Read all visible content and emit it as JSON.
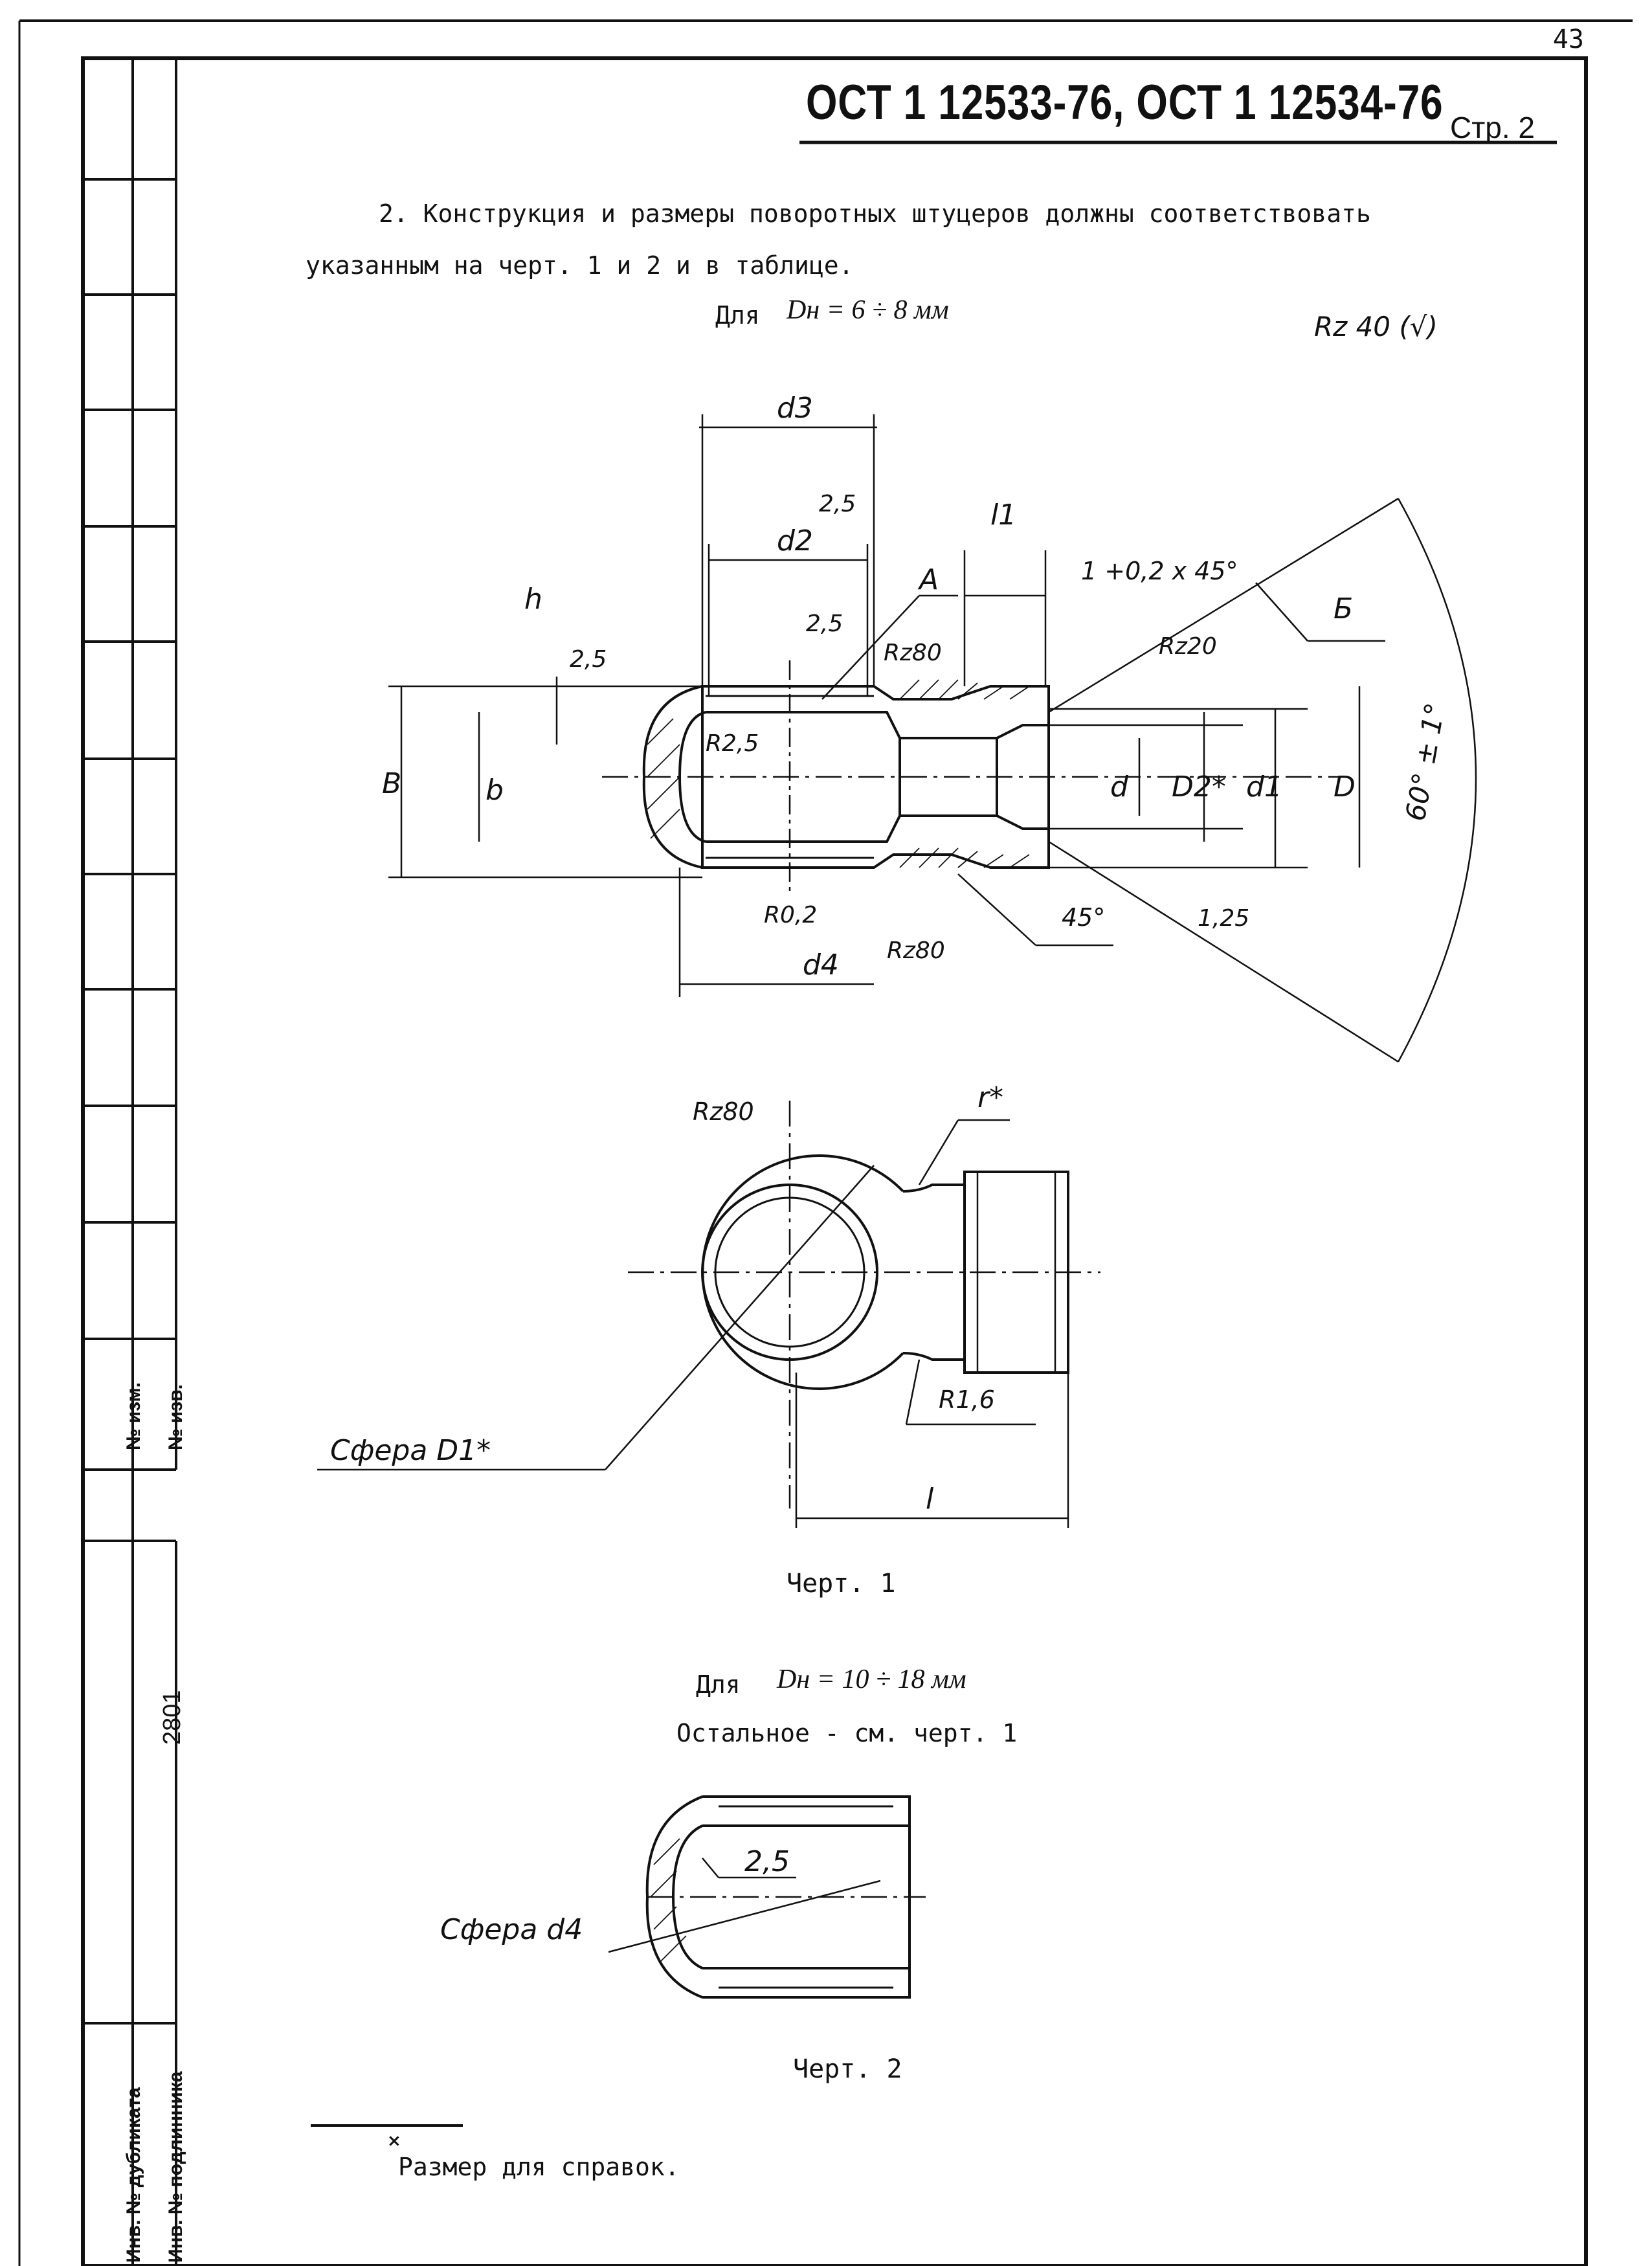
{
  "page_number": "43",
  "header": {
    "standard": "ОСТ 1 12533-76, ОСТ 1 12534-76",
    "page_label": "Стр. 2"
  },
  "body": {
    "para_line1": "2. Конструкция и размеры поворотных штуцеров должны соответствовать",
    "para_line2": "указанным на черт. 1 и 2 и в таблице.",
    "for1_prefix": "Для",
    "for1_dn": "Dн = 6 ÷ 8 мм",
    "roughness_general": "Rz 40 (√)",
    "caption1": "Черт. 1",
    "for2_prefix": "Для",
    "for2_dn": "Dн = 10 ÷ 18 мм",
    "rest_note": "Остальное - см. черт. 1",
    "caption2": "Черт. 2",
    "footnote": "Размер для справок."
  },
  "drawing1": {
    "labels": {
      "d3": "d3",
      "d2": "d2",
      "l1": "l1",
      "chamfer": "1 +0,2 x 45°",
      "A": "А",
      "B_cyr": "Б",
      "h": "h",
      "b": "b",
      "B": "B",
      "r25_top": "2,5",
      "r25_d3": "2,5",
      "r25_d2": "2,5",
      "rz80_top": "Rz80",
      "rz20": "Rz20",
      "R25": "R2,5",
      "R02": "R0,2",
      "rz80_bottom": "Rz80",
      "d4": "d4",
      "deg45": "45°",
      "r125": "1,25",
      "d": "d",
      "D2": "D2*",
      "d1": "d1",
      "D": "D",
      "angle": "60° ± 1°"
    }
  },
  "drawing1_top": {
    "labels": {
      "rz80": "Rz80",
      "r_star": "r*",
      "R16": "R1,6",
      "sphere": "Сфера D1*",
      "l": "l"
    }
  },
  "drawing2": {
    "labels": {
      "r25": "2,5",
      "sphere": "Сфера d4"
    }
  },
  "stamp": {
    "izm": "№ изм.",
    "izv": "№ изв.",
    "inv_dub": "Инв. № дубликата",
    "inv_podl": "Инв. № подлинника",
    "inv_podl_value": "2801"
  },
  "colors": {
    "ink": "#111111",
    "paper": "#ffffff"
  }
}
